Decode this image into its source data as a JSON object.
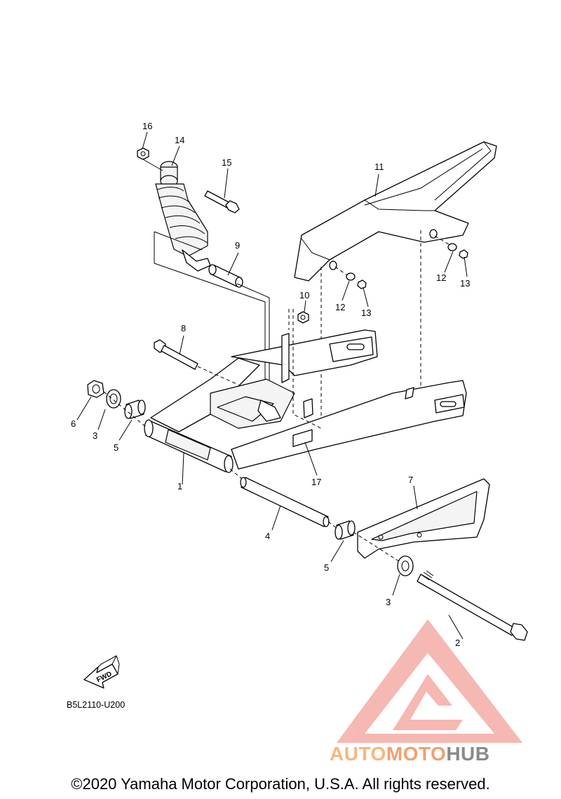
{
  "diagram": {
    "catalog_code": "B5L2110-U200",
    "fwd_label": "FWD",
    "callouts": [
      "1",
      "2",
      "3",
      "3",
      "4",
      "5",
      "5",
      "6",
      "7",
      "8",
      "9",
      "10",
      "11",
      "12",
      "12",
      "13",
      "13",
      "14",
      "15",
      "16",
      "17"
    ]
  },
  "watermark": {
    "brand_part1": "AUTO",
    "brand_part2": "MOTO",
    "brand_part3": "HUB",
    "accent_color": "#e8504a"
  },
  "footer": {
    "copyright": "©2020 Yamaha Motor Corporation, U.S.A. All rights reserved."
  }
}
